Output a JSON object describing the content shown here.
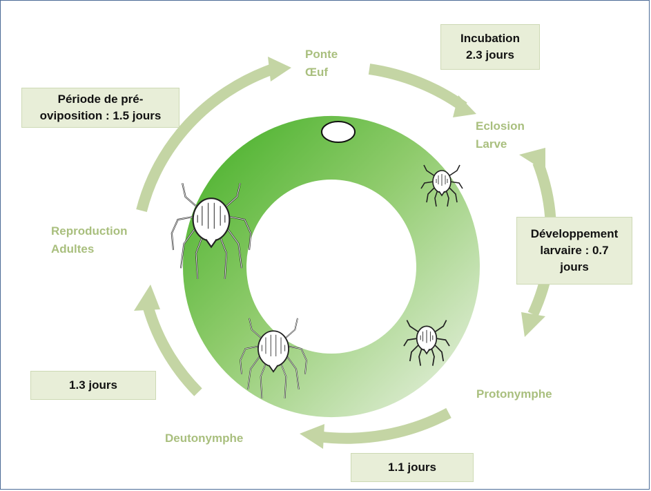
{
  "stages": {
    "ponte": {
      "line1": "Ponte",
      "line2": "Œuf"
    },
    "eclosion": {
      "line1": "Eclosion",
      "line2": "Larve"
    },
    "protonymphe": {
      "line1": "Protonymphe"
    },
    "deutonymphe": {
      "line1": "Deutonymphe"
    },
    "reproduction": {
      "line1": "Reproduction",
      "line2": "Adultes"
    }
  },
  "durations": {
    "incubation": {
      "line1": "Incubation",
      "line2": "2.3 jours"
    },
    "developpement": {
      "line1": "Développement",
      "line2": "larvaire : 0.7",
      "line3": "jours"
    },
    "protonymphe": {
      "line1": "1.1 jours"
    },
    "deutonymphe": {
      "line1": "1.3 jours"
    },
    "preoviposition": {
      "line1": "Période de pré-",
      "line2": "oviposition : 1.5 jours"
    }
  },
  "colors": {
    "arrow": "#c4d5a4",
    "stage_text": "#a9bf7e",
    "ring_dark": "#4bb32e",
    "ring_light": "#e6efdc",
    "box_fill": "#e8eed8"
  },
  "icons": [
    "egg-icon",
    "larva-icon",
    "protonymph-icon",
    "deutonymph-icon",
    "adult-mite-icon"
  ]
}
